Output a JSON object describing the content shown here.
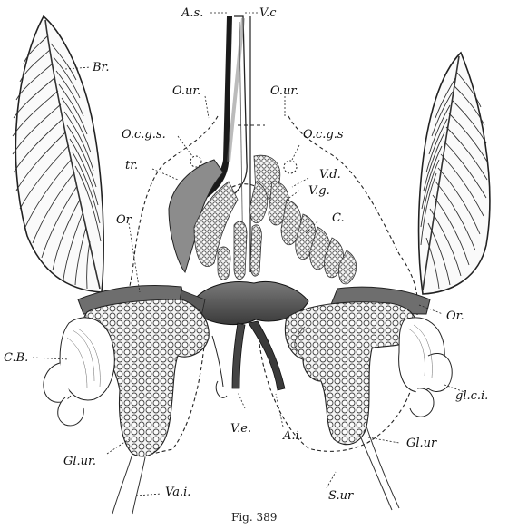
{
  "figure": {
    "caption": "Fig. 389",
    "labels": {
      "a_s": "A.s.",
      "v_c": "V.c",
      "br": "Br.",
      "o_ur_left": "O.ur.",
      "o_ur_right": "O.ur.",
      "o_c_g_s_left": "O.c.g.s.",
      "o_c_g_s_right": "O.c.g.s",
      "tr": "tr.",
      "v_d": "V.d.",
      "v_g": "V.g.",
      "c": "C.",
      "or_left": "Or",
      "or_right": "Or.",
      "c_b": "C.B.",
      "gl_c_i": "gl.c.i.",
      "v_e": "V.e.",
      "a_i": "A.i.",
      "gl_ur_left": "Gl.ur.",
      "gl_ur_right": "Gl.ur",
      "v_a_i": "Va.i.",
      "s_ur": "S.ur"
    }
  }
}
